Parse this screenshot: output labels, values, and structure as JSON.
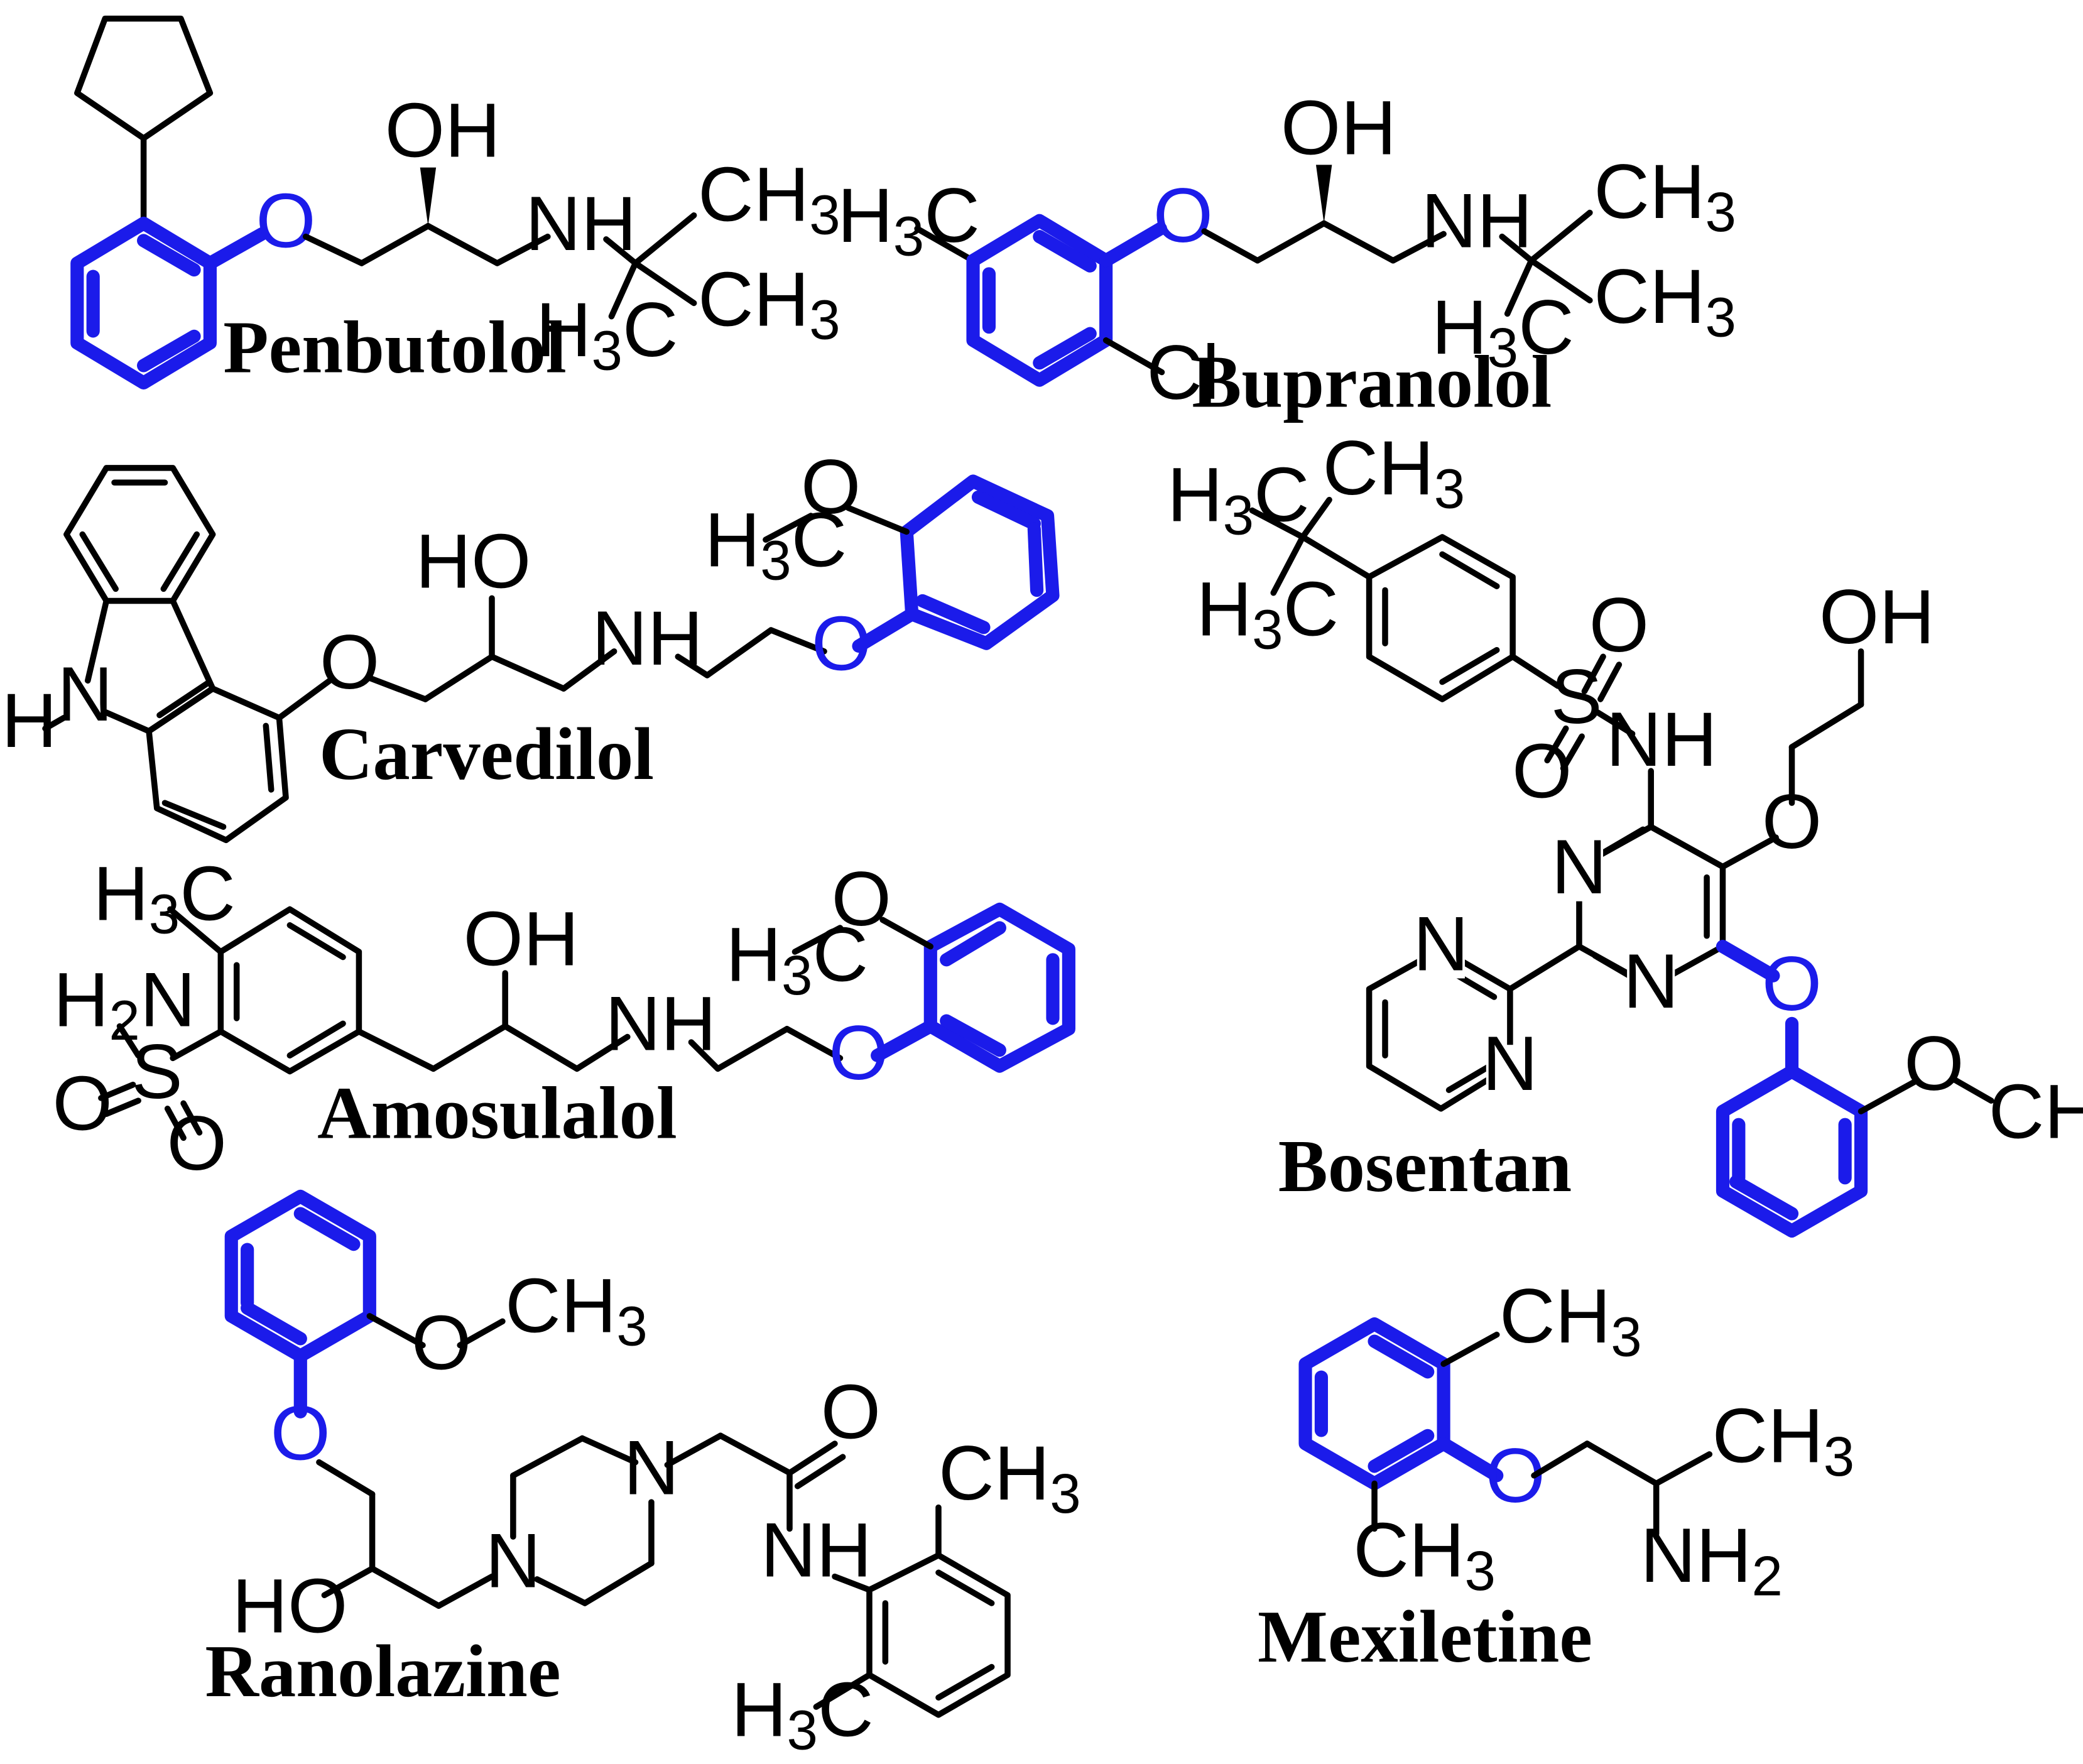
{
  "colors": {
    "highlight": "#1b1bea",
    "bond": "#000000",
    "background": "#ffffff"
  },
  "atoms": {
    "oh": "OH",
    "ho": "HO",
    "nh": "NH",
    "n": "N",
    "o": "O",
    "s": "S",
    "cl": "Cl",
    "h": "H",
    "ch": "CH",
    "h_pre": "H",
    "c": "C",
    "three": "3",
    "two": "2",
    "nh2_n": "NH",
    "h2": "H",
    "h2n_n": "N"
  },
  "molecules": [
    {
      "id": "penbutolol",
      "name": "Penbutolol"
    },
    {
      "id": "bupranolol",
      "name": "Bupranolol"
    },
    {
      "id": "carvedilol",
      "name": "Carvedilol"
    },
    {
      "id": "bosentan",
      "name": "Bosentan"
    },
    {
      "id": "amosulalol",
      "name": "Amosulalol"
    },
    {
      "id": "ranolazine",
      "name": "Ranolazine"
    },
    {
      "id": "mexiletine",
      "name": "Mexiletine"
    }
  ]
}
